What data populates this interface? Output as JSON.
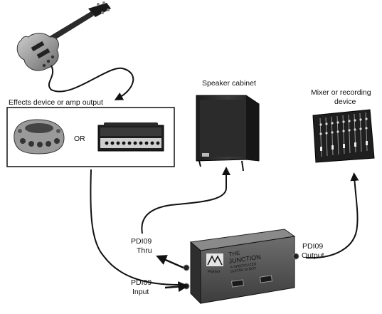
{
  "labels": {
    "effects": "Effects device or amp output",
    "or": "OR",
    "speaker": "Speaker cabinet",
    "mixer_line1": "Mixer or recording",
    "mixer_line2": "device",
    "thru_line1": "PDI09",
    "thru_line2": "Thru",
    "input_line1": "PDI09",
    "input_line2": "Input",
    "output_line1": "PDI09",
    "output_line2": "Output"
  },
  "device": {
    "title_line1": "THE",
    "title_line2": "JUNCTION",
    "subtitle_line1": "A SPECIALIZED",
    "subtitle_line2": "GUITAR DI BOX",
    "brand": "Palmer"
  },
  "colors": {
    "line": "#111111",
    "device_body": "#3a3a3a",
    "device_face": "#5a5a5a"
  }
}
